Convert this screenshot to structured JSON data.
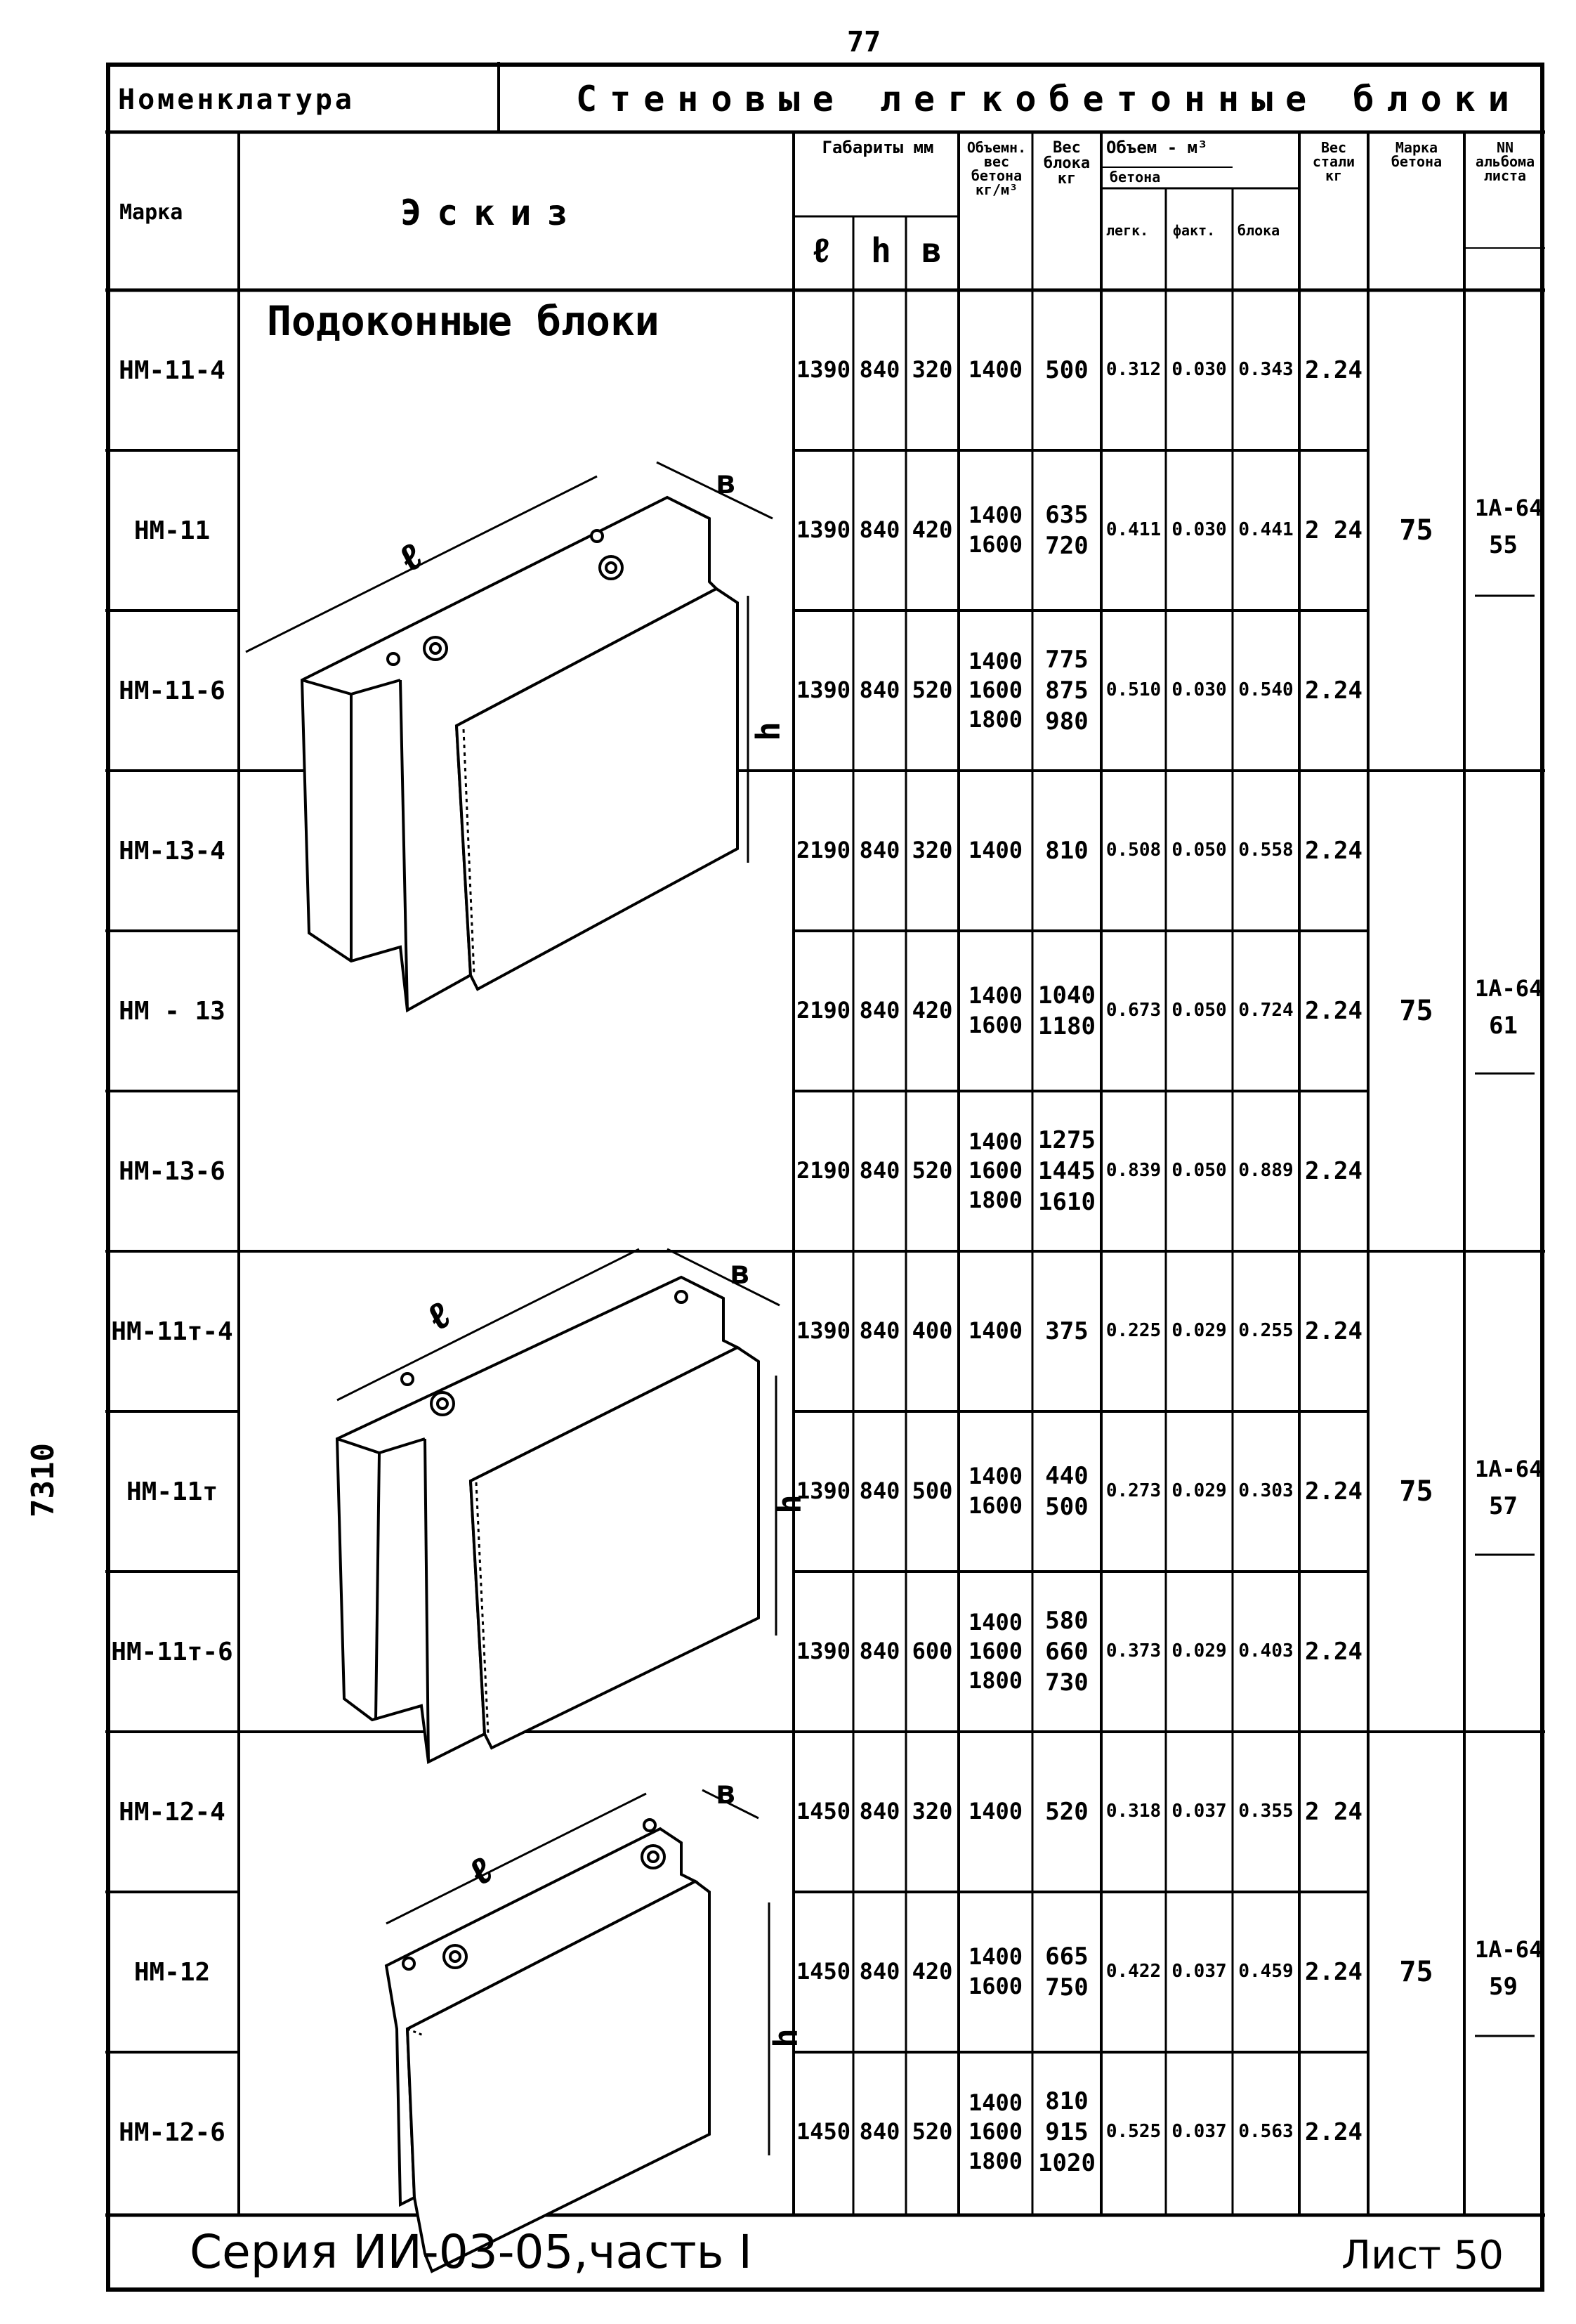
{
  "page_number": "77",
  "side_note": "7310",
  "header": {
    "nomenclature_label": "Номенклатура",
    "title": "Стеновые легкобетонные блоки"
  },
  "columns": {
    "mark": "Марка",
    "sketch": "Эскиз",
    "dims_group": "Габариты мм",
    "dim_l": "ℓ",
    "dim_h": "h",
    "dim_b": "в",
    "vol_weight": "Объемн. вес бетона кг/м³",
    "block_weight": "Вес блока кг",
    "volume_group": "Объем - м³",
    "concrete_sub": "бетона",
    "vol_light": "легк.",
    "vol_fact": "факт.",
    "vol_block": "блока",
    "steel_weight": "Вес стали кг",
    "concrete_grade": "Марка бетона",
    "album_sheet": "NN альбома листа"
  },
  "sketch_title": "Подоконные блоки",
  "sketch_labels": {
    "l": "ℓ",
    "h": "h",
    "b": "в"
  },
  "rows": [
    {
      "mark": "НМ-11-4",
      "l": "1390",
      "h": "840",
      "b": "320",
      "vw": [
        "1400"
      ],
      "bw": [
        "500"
      ],
      "v1": "0.312",
      "v2": "0.030",
      "v3": "0.343",
      "steel": "2.24"
    },
    {
      "mark": "НМ-11",
      "l": "1390",
      "h": "840",
      "b": "420",
      "vw": [
        "1400",
        "1600"
      ],
      "bw": [
        "635",
        "720"
      ],
      "v1": "0.411",
      "v2": "0.030",
      "v3": "0.441",
      "steel": "2 24"
    },
    {
      "mark": "НМ-11-6",
      "l": "1390",
      "h": "840",
      "b": "520",
      "vw": [
        "1400",
        "1600",
        "1800"
      ],
      "bw": [
        "775",
        "875",
        "980"
      ],
      "v1": "0.510",
      "v2": "0.030",
      "v3": "0.540",
      "steel": "2.24"
    },
    {
      "mark": "НМ-13-4",
      "l": "2190",
      "h": "840",
      "b": "320",
      "vw": [
        "1400"
      ],
      "bw": [
        "810"
      ],
      "v1": "0.508",
      "v2": "0.050",
      "v3": "0.558",
      "steel": "2.24"
    },
    {
      "mark": "НМ - 13",
      "l": "2190",
      "h": "840",
      "b": "420",
      "vw": [
        "1400",
        "1600"
      ],
      "bw": [
        "1040",
        "1180"
      ],
      "v1": "0.673",
      "v2": "0.050",
      "v3": "0.724",
      "steel": "2.24"
    },
    {
      "mark": "НМ-13-6",
      "l": "2190",
      "h": "840",
      "b": "520",
      "vw": [
        "1400",
        "1600",
        "1800"
      ],
      "bw": [
        "1275",
        "1445",
        "1610"
      ],
      "v1": "0.839",
      "v2": "0.050",
      "v3": "0.889",
      "steel": "2.24"
    },
    {
      "mark": "НМ-11т-4",
      "l": "1390",
      "h": "840",
      "b": "400",
      "vw": [
        "1400"
      ],
      "bw": [
        "375"
      ],
      "v1": "0.225",
      "v2": "0.029",
      "v3": "0.255",
      "steel": "2.24"
    },
    {
      "mark": "НМ-11т",
      "l": "1390",
      "h": "840",
      "b": "500",
      "vw": [
        "1400",
        "1600"
      ],
      "bw": [
        "440",
        "500"
      ],
      "v1": "0.273",
      "v2": "0.029",
      "v3": "0.303",
      "steel": "2.24"
    },
    {
      "mark": "НМ-11т-6",
      "l": "1390",
      "h": "840",
      "b": "600",
      "vw": [
        "1400",
        "1600",
        "1800"
      ],
      "bw": [
        "580",
        "660",
        "730"
      ],
      "v1": "0.373",
      "v2": "0.029",
      "v3": "0.403",
      "steel": "2.24"
    },
    {
      "mark": "НМ-12-4",
      "l": "1450",
      "h": "840",
      "b": "320",
      "vw": [
        "1400"
      ],
      "bw": [
        "520"
      ],
      "v1": "0.318",
      "v2": "0.037",
      "v3": "0.355",
      "steel": "2 24"
    },
    {
      "mark": "НМ-12",
      "l": "1450",
      "h": "840",
      "b": "420",
      "vw": [
        "1400",
        "1600"
      ],
      "bw": [
        "665",
        "750"
      ],
      "v1": "0.422",
      "v2": "0.037",
      "v3": "0.459",
      "steel": "2.24"
    },
    {
      "mark": "НМ-12-6",
      "l": "1450",
      "h": "840",
      "b": "520",
      "vw": [
        "1400",
        "1600",
        "1800"
      ],
      "bw": [
        "810",
        "915",
        "1020"
      ],
      "v1": "0.525",
      "v2": "0.037",
      "v3": "0.563",
      "steel": "2.24"
    }
  ],
  "groups": [
    {
      "grade": "75",
      "album": "1А-64",
      "sheet": "55"
    },
    {
      "grade": "75",
      "album": "1А-64",
      "sheet": "61"
    },
    {
      "grade": "75",
      "album": "1А-64",
      "sheet": "57"
    },
    {
      "grade": "75",
      "album": "1А-64",
      "sheet": "59"
    }
  ],
  "footer": {
    "series": "Серия ИИ-03-05,часть I",
    "sheet": "Лист 50"
  }
}
